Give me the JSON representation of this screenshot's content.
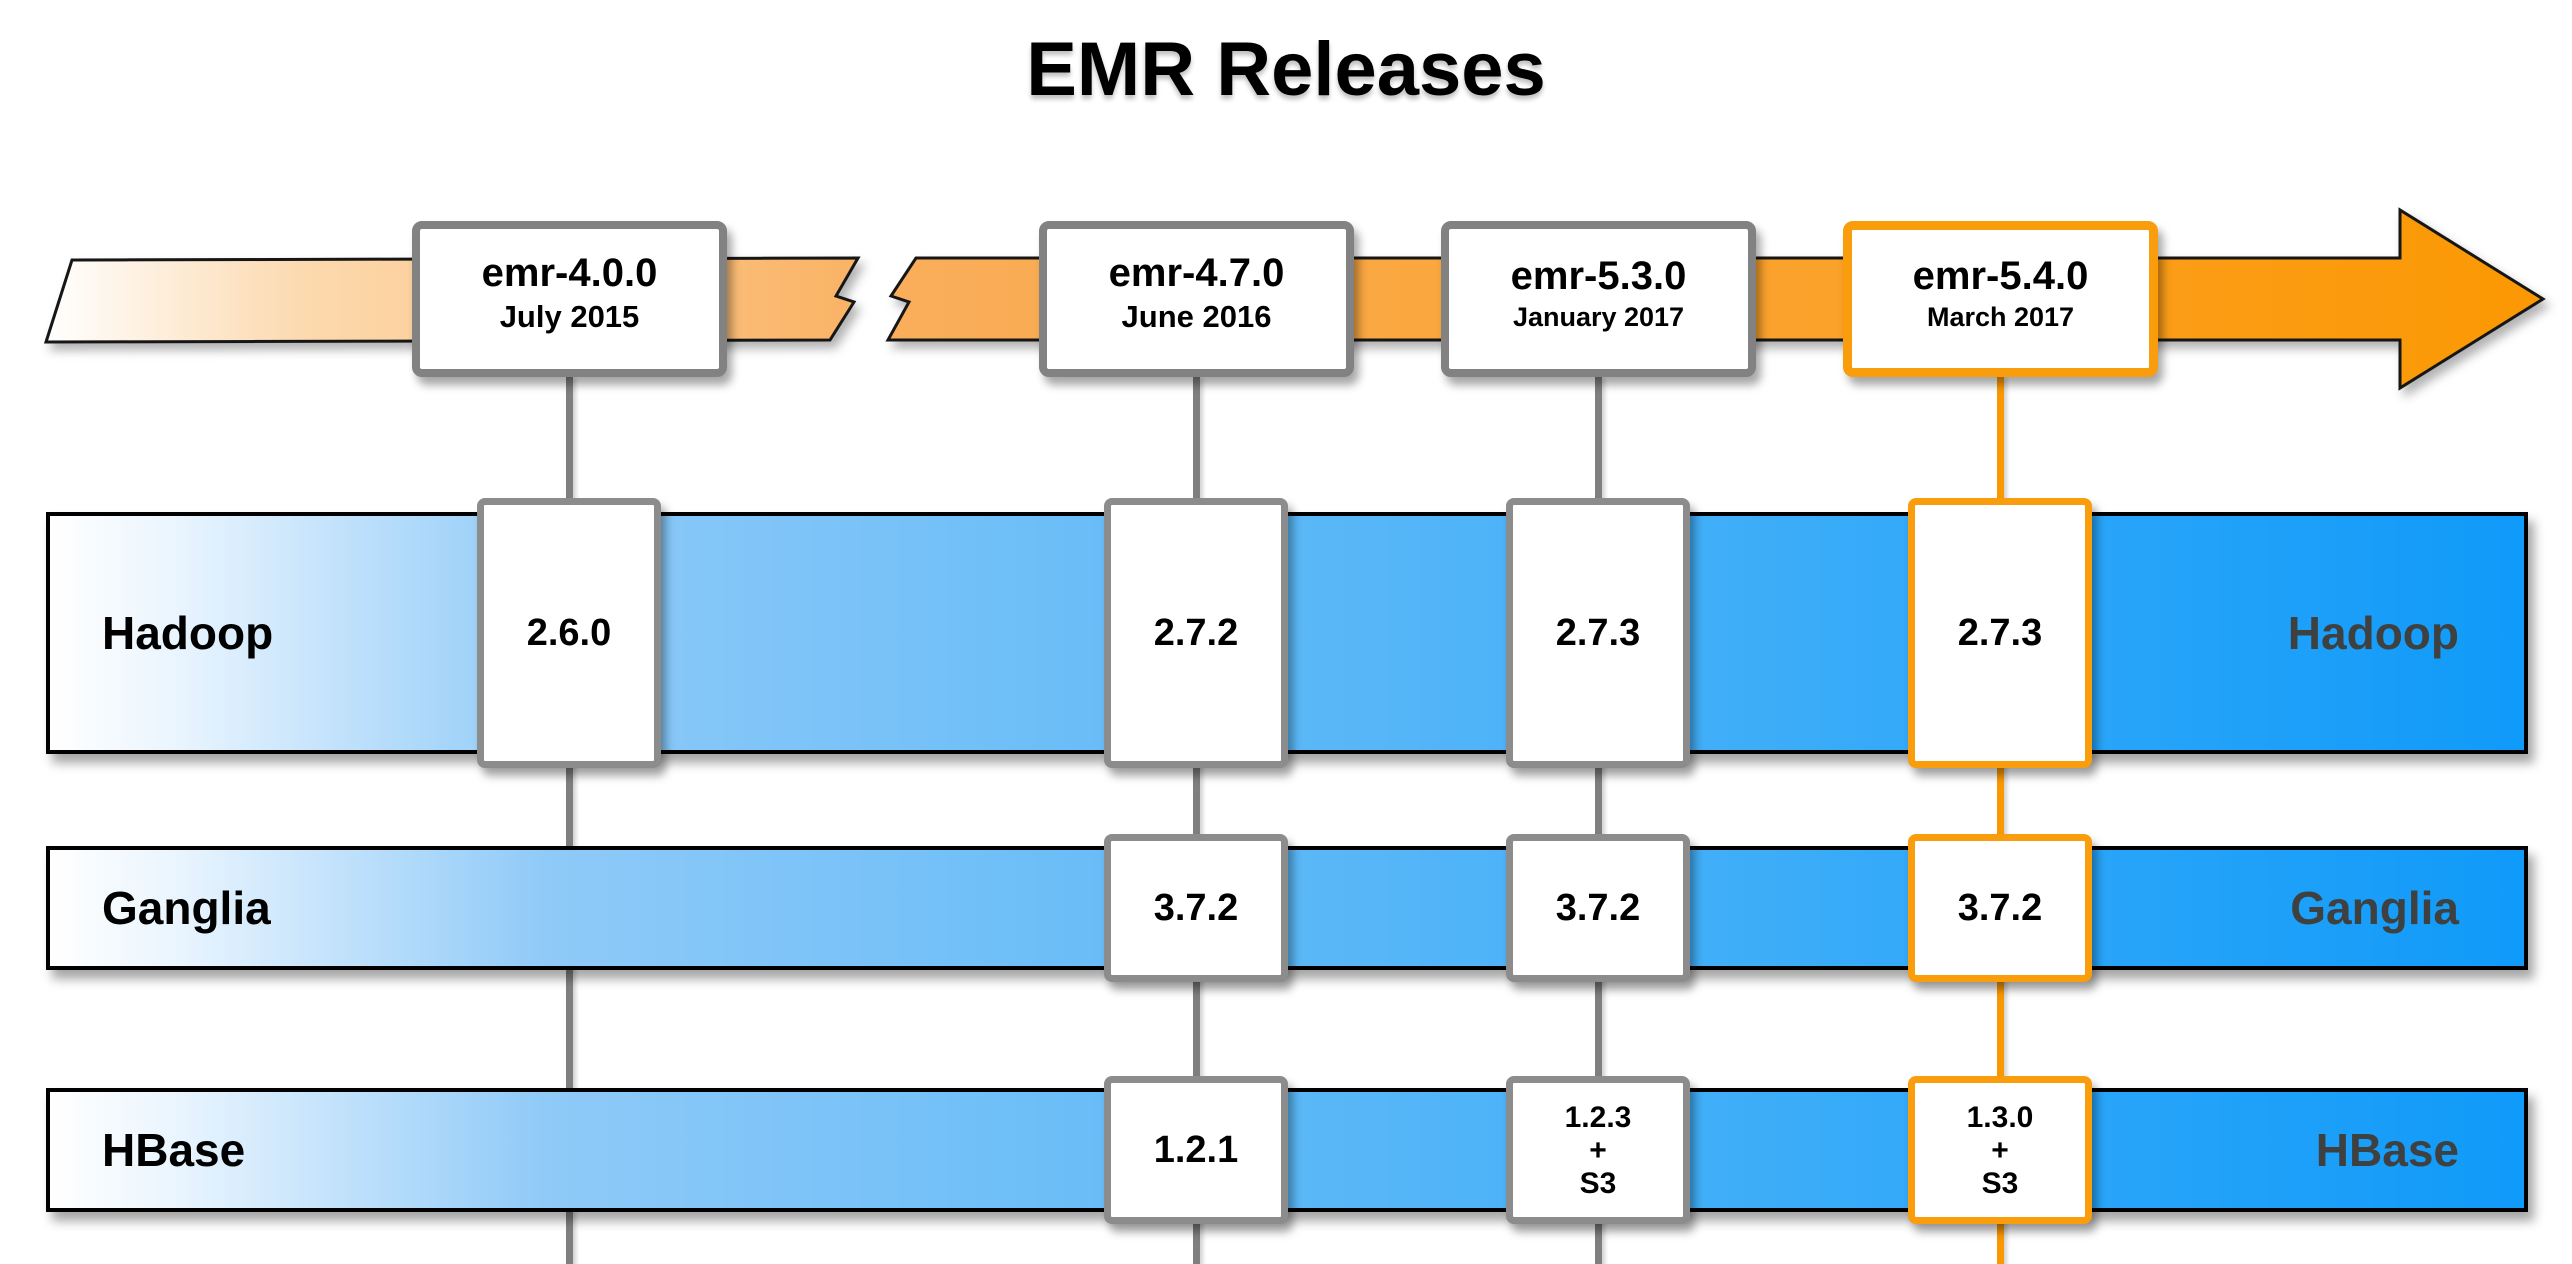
{
  "title": "EMR Releases",
  "releases": [
    {
      "name": "emr-4.0.0",
      "date": "July 2015",
      "highlight": false
    },
    {
      "name": "emr-4.7.0",
      "date": "June 2016",
      "highlight": false
    },
    {
      "name": "emr-5.3.0",
      "date": "January 2017",
      "highlight": false
    },
    {
      "name": "emr-5.4.0",
      "date": "March 2017",
      "highlight": true
    }
  ],
  "rows": [
    {
      "label": "Hadoop",
      "versions": [
        "2.6.0",
        "2.7.2",
        "2.7.3",
        "2.7.3"
      ]
    },
    {
      "label": "Ganglia",
      "versions": [
        null,
        "3.7.2",
        "3.7.2",
        "3.7.2"
      ]
    },
    {
      "label": "HBase",
      "versions": [
        null,
        "1.2.1",
        [
          "1.2.3",
          "+",
          "S3"
        ],
        [
          "1.3.0",
          "+",
          "S3"
        ]
      ]
    }
  ],
  "highlighted_release": "emr-5.4.0",
  "colors": {
    "arrow_orange_deep": "#FB9802",
    "arrow_orange_light": "#FAAE5C",
    "highlight_orange": "#F99D0D",
    "box_border_gray": "#828282",
    "connector_gray": "#7F7F7F",
    "bar_blue_deep": "#109AF9",
    "bar_blue_mid": "#5CB8F7",
    "bar_border_black": "#000000",
    "right_label_gray": "#3E4140"
  }
}
